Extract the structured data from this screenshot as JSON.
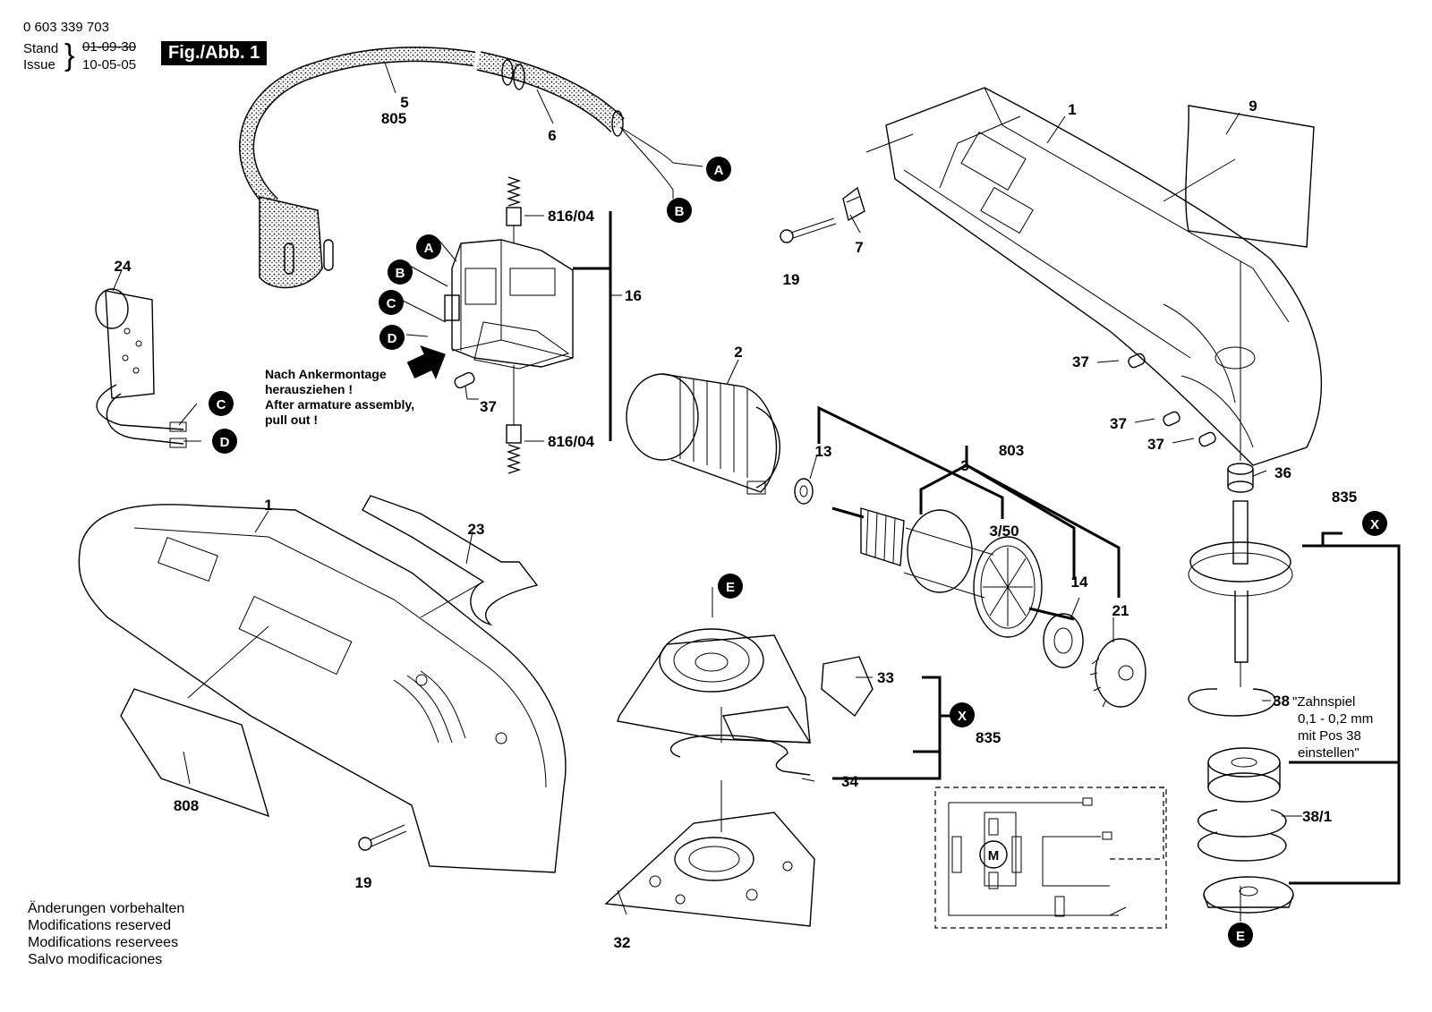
{
  "header": {
    "part_number": "0 603 339 703",
    "stand_label": "Stand",
    "issue_label": "Issue",
    "old_date": "01-09-30",
    "new_date": "10-05-05",
    "figure_label": "Fig./Abb. 1"
  },
  "note": {
    "de_line1": "Nach Ankermontage",
    "de_line2": "herausziehen !",
    "en_line1": "After armature assembly,",
    "en_line2": "pull out !"
  },
  "gear_note": {
    "num": "38",
    "line1": "\"Zahnspiel",
    "line2": "0,1 - 0,2 mm",
    "line3": "mit Pos 38",
    "line4": "einstellen\""
  },
  "footer": {
    "line1": "Änderungen vorbehalten",
    "line2": "Modifications reserved",
    "line3": "Modifications reservees",
    "line4": "Salvo modificaciones"
  },
  "callouts": {
    "a": "A",
    "b": "B",
    "c": "C",
    "d": "D",
    "e": "E",
    "x": "X",
    "m": "M"
  },
  "parts": {
    "p1": "1",
    "p2": "2",
    "p3": "3",
    "p3_50": "3/50",
    "p5": "5",
    "p6": "6",
    "p7": "7",
    "p9": "9",
    "p13": "13",
    "p14": "14",
    "p16": "16",
    "p19": "19",
    "p21": "21",
    "p23": "23",
    "p24": "24",
    "p32": "32",
    "p33": "33",
    "p34": "34",
    "p36": "36",
    "p37": "37",
    "p38_1": "38/1",
    "p803": "803",
    "p805": "805",
    "p808": "808",
    "p816_04": "816/04",
    "p835": "835"
  }
}
